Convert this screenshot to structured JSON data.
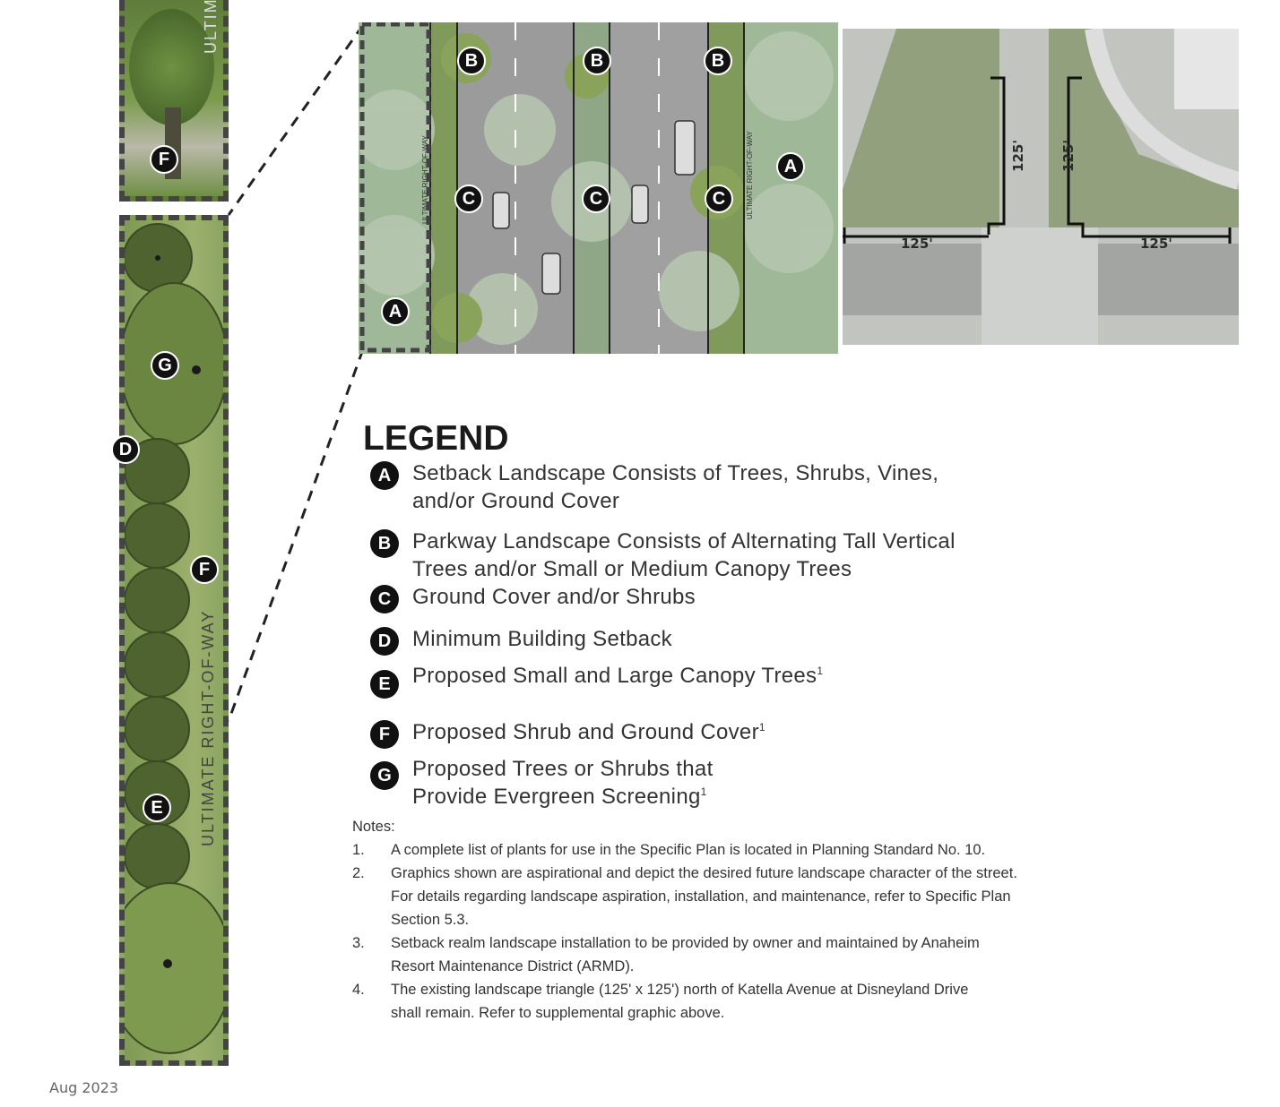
{
  "plan_labels": {
    "right_of_way_vertical": "ULTIMATE RIGHT-OF-WAY",
    "right_of_way_top": "ULTIM",
    "street_row": "ULTIMATE RIGHT-OF-WAY"
  },
  "markers": {
    "A": "A",
    "B": "B",
    "C": "C",
    "D": "D",
    "E": "E",
    "F": "F",
    "G": "G"
  },
  "aerial": {
    "dim_v_left": "125'",
    "dim_v_right": "125'",
    "dim_h_left": "125'",
    "dim_h_right": "125'"
  },
  "legend": {
    "title": "LEGEND",
    "items": [
      {
        "key": "A",
        "text": "Setback Landscape Consists of Trees, Shrubs, Vines, and/or Ground Cover",
        "note": ""
      },
      {
        "key": "B",
        "text": "Parkway Landscape Consists of Alternating Tall Vertical Trees and/or Small or Medium Canopy Trees",
        "note": ""
      },
      {
        "key": "C",
        "text": "Ground Cover and/or Shrubs",
        "note": ""
      },
      {
        "key": "D",
        "text": "Minimum Building Setback",
        "note": ""
      },
      {
        "key": "E",
        "text": "Proposed Small and Large Canopy Trees",
        "note": "1"
      },
      {
        "key": "F",
        "text": "Proposed Shrub and Ground Cover",
        "note": "1"
      },
      {
        "key": "G",
        "text": "Proposed Trees or Shrubs that Provide Evergreen Screening",
        "note": "1"
      }
    ]
  },
  "notes": {
    "title": "Notes:",
    "items": [
      {
        "num": "1.",
        "text": "A complete list of plants for use in the Specific Plan is located in Planning Standard No. 10."
      },
      {
        "num": "2.",
        "text": "Graphics shown are aspirational and depict the desired future landscape character of the street. For details regarding landscape aspiration, installation, and maintenance, refer to Specific Plan Section 5.3."
      },
      {
        "num": "3.",
        "text": "Setback realm landscape installation to be provided by owner and maintained by Anaheim Resort Maintenance District (ARMD)."
      },
      {
        "num": "4.",
        "text": "The existing landscape triangle (125' x 125') north of Katella Avenue at Disneyland Drive shall remain. Refer to supplemental graphic above."
      }
    ]
  },
  "footer": {
    "date": "Aug 2023"
  }
}
